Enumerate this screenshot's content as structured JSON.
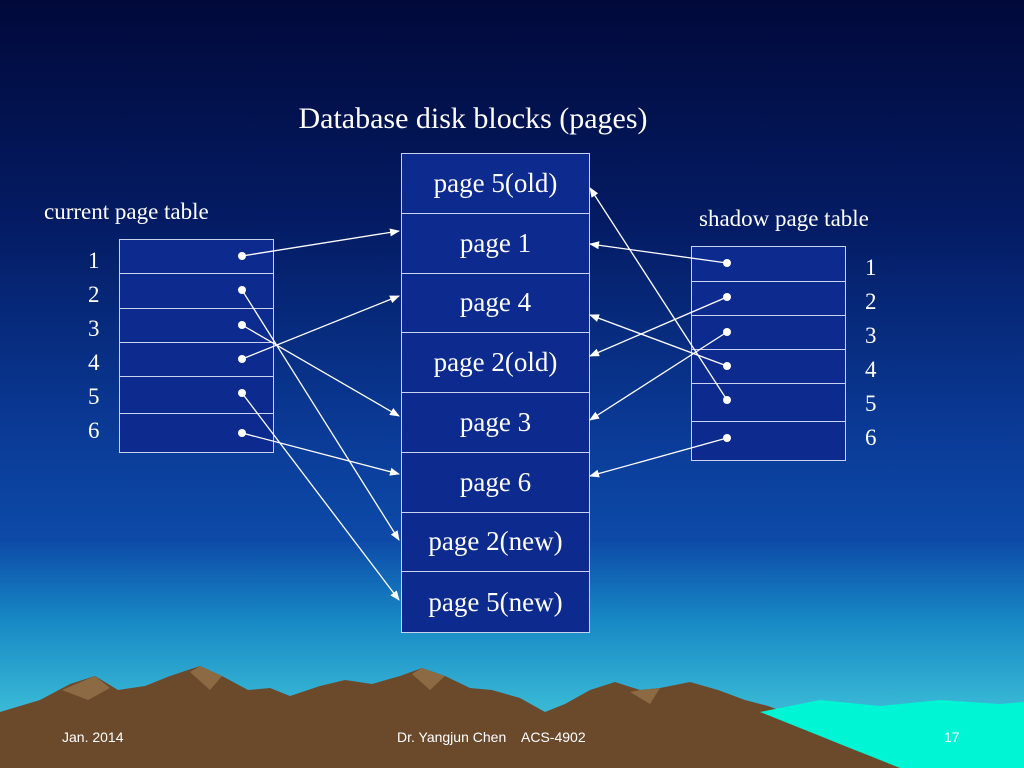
{
  "title": "Database disk blocks (pages)",
  "current_table": {
    "label": "current page table",
    "numbers": [
      "1",
      "2",
      "3",
      "4",
      "5",
      "6"
    ]
  },
  "shadow_table": {
    "label": "shadow page table",
    "numbers": [
      "1",
      "2",
      "3",
      "4",
      "5",
      "6"
    ]
  },
  "disk_blocks": [
    "page 5(old)",
    "page 1",
    "page 4",
    "page 2(old)",
    "page 3",
    "page 6",
    "page 2(new)",
    "page 5(new)"
  ],
  "footer": {
    "date": "Jan. 2014",
    "author": "Dr. Yangjun Chen    ACS-4902",
    "page_number": "17"
  },
  "colors": {
    "table_fill": "#0d2a8e",
    "line": "#ffffff",
    "background_top": "#01093a",
    "background_bottom": "#54c9de"
  }
}
